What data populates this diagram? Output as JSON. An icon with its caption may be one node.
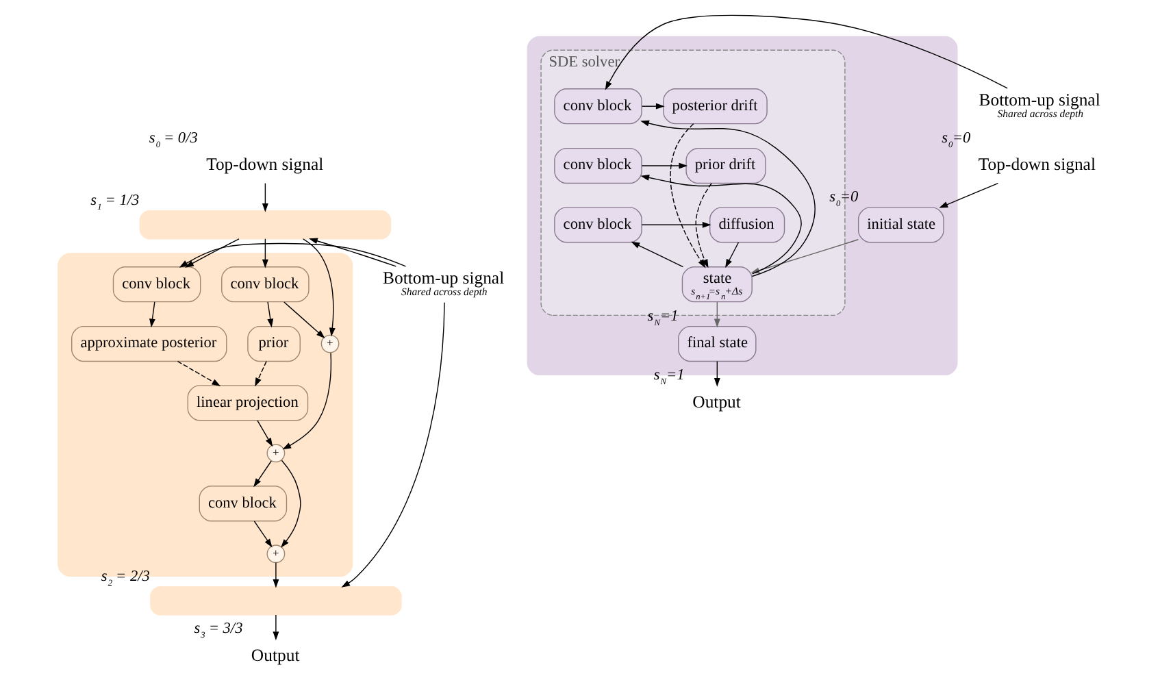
{
  "diagram": {
    "nodes": [
      {
        "text": [
          "Top-down signal"
        ],
        "beside": [
          "s$_{0}$ = 0/3"
        ]
      },
      {
        "text": [],
        "shape": "bar",
        "beside": [
          "s$_{1}$ = 1/3"
        ]
      },
      {
        "text": [],
        "shape": "box"
      },
      {
        "text": [
          "Bottom-up signal",
          "Shared across depth"
        ]
      },
      {
        "text": [
          "conv block"
        ],
        "in": 2
      },
      {
        "text": [
          "conv block"
        ],
        "in": 2
      },
      {
        "text": [
          "+"
        ],
        "in": 2
      },
      {
        "text": [
          "approximate posterior"
        ],
        "in": 2
      },
      {
        "text": [
          "prior"
        ],
        "in": 2
      },
      {
        "text": [
          "linear projection"
        ],
        "in": 2
      },
      {
        "text": [
          "+"
        ],
        "in": 2
      },
      {
        "text": [
          "conv block"
        ],
        "in": 2
      },
      {
        "text": [
          "+"
        ],
        "in": 2
      },
      {
        "text": [],
        "shape": "bar",
        "beside": [
          "s$_{2}$ = 2/3"
        ]
      },
      {
        "text": [
          "Output"
        ],
        "beside": [
          "s$_{3}$ = 3/3"
        ]
      },
      {
        "text": [
          "Top-down signal"
        ],
        "beside": [
          "s$_{0}$=0"
        ]
      },
      {
        "text": [],
        "shape": "box"
      },
      {
        "text": [
          "initial state"
        ],
        "in": 16,
        "beside": [
          "s$_{0}$=0"
        ]
      },
      {
        "text": [
          "Bottom-up signal",
          "Shared across depth"
        ]
      },
      {
        "text": [
          "SDE solver"
        ],
        "in": 16
      },
      {
        "text": [
          "conv block"
        ],
        "in": 19
      },
      {
        "text": [
          "posterior drift"
        ],
        "in": 19
      },
      {
        "text": [
          "conv block"
        ],
        "in": 19
      },
      {
        "text": [
          "prior drift"
        ],
        "in": 19
      },
      {
        "text": [
          "conv block"
        ],
        "in": 19
      },
      {
        "text": [
          "diffusion"
        ],
        "in": 19
      },
      {
        "text": [
          "state",
          "s$_{n+1}$=s$_{n}$+Δs"
        ],
        "in": 19
      },
      {
        "text": [
          "final state"
        ],
        "in": 16,
        "beside": [
          "s$_{N}$=1"
        ]
      },
      {
        "text": [
          "Output"
        ],
        "beside": [
          "s$_{N}$=1"
        ]
      }
    ],
    "edges": [
      {
        "from": 0,
        "to": 1,
        "arrow": "to"
      },
      {
        "from": 3,
        "to": 1,
        "arrow": "to"
      },
      {
        "from": 1,
        "to": 4,
        "arrow": "to"
      },
      {
        "from": 1,
        "to": 5,
        "arrow": "to"
      },
      {
        "from": 1,
        "to": 6,
        "arrow": "to"
      },
      {
        "from": 3,
        "to": 4,
        "arrow": "to"
      },
      {
        "from": 5,
        "to": 6,
        "arrow": "to"
      },
      {
        "from": 4,
        "to": 7,
        "arrow": "to"
      },
      {
        "from": 5,
        "to": 8,
        "arrow": "to"
      },
      {
        "from": 7,
        "to": 9,
        "arrow": "to",
        "style": "dashed"
      },
      {
        "from": 8,
        "to": 9,
        "arrow": "to",
        "style": "dashed"
      },
      {
        "from": 9,
        "to": 10,
        "arrow": "to"
      },
      {
        "from": 6,
        "to": 10,
        "arrow": "to"
      },
      {
        "from": 10,
        "to": 11,
        "arrow": "to"
      },
      {
        "from": 10,
        "to": 12,
        "arrow": "to"
      },
      {
        "from": 11,
        "to": 12,
        "arrow": "to"
      },
      {
        "from": 12,
        "to": 13,
        "arrow": "to"
      },
      {
        "from": 3,
        "to": 13,
        "arrow": "to"
      },
      {
        "from": 13,
        "to": 14,
        "arrow": "to"
      },
      {
        "from": 15,
        "to": 17,
        "arrow": "to"
      },
      {
        "from": 17,
        "to": 26,
        "arrow": "to",
        "color": "#666666"
      },
      {
        "from": 18,
        "to": 20,
        "arrow": "to"
      },
      {
        "from": 20,
        "to": 21,
        "arrow": "to"
      },
      {
        "from": 22,
        "to": 23,
        "arrow": "to"
      },
      {
        "from": 24,
        "to": 25,
        "arrow": "to"
      },
      {
        "from": 21,
        "to": 26,
        "arrow": "to",
        "style": "dashed"
      },
      {
        "from": 23,
        "to": 26,
        "arrow": "to",
        "style": "dashed"
      },
      {
        "from": 25,
        "to": 26,
        "arrow": "to"
      },
      {
        "from": 26,
        "to": 20,
        "arrow": "to"
      },
      {
        "from": 26,
        "to": 22,
        "arrow": "to"
      },
      {
        "from": 26,
        "to": 24,
        "arrow": "to"
      },
      {
        "from": 26,
        "to": 27,
        "arrow": "to",
        "color": "#666666"
      },
      {
        "from": 27,
        "to": 28,
        "arrow": "to"
      }
    ]
  }
}
